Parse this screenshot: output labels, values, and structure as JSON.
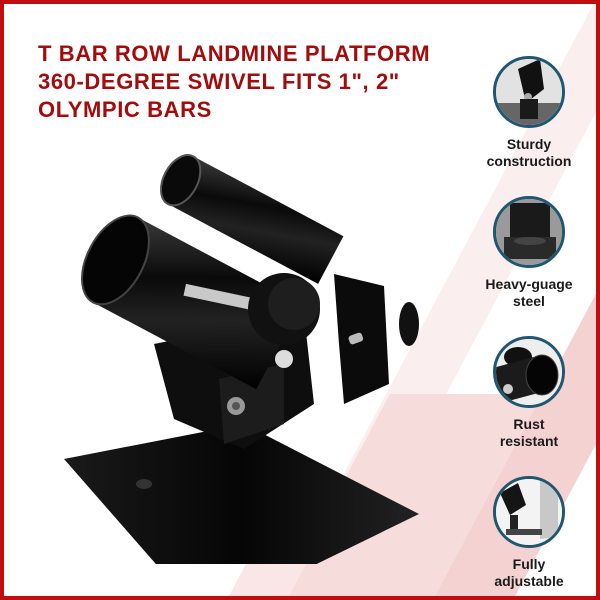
{
  "title": {
    "lines": [
      "T BAR ROW LANDMINE PLATFORM",
      "360-DEGREE SWIVEL FITS 1\", 2\"",
      "OLYMPIC BARS"
    ]
  },
  "colors": {
    "frame": "#c00d0d",
    "title": "#a30c0c",
    "circle_border": "#1f5670",
    "accent_stripes": "#f7dcdc"
  },
  "product_image": {
    "icon": "landmine-platform-image"
  },
  "features": [
    {
      "label_line1": "Sturdy",
      "label_line2": "construction",
      "icon": "sturdy-construction-thumb"
    },
    {
      "label_line1": "Heavy-guage",
      "label_line2": "steel",
      "icon": "heavy-gauge-steel-thumb"
    },
    {
      "label_line1": "Rust",
      "label_line2": "resistant",
      "icon": "rust-resistant-thumb"
    },
    {
      "label_line1": "Fully",
      "label_line2": "adjustable",
      "icon": "fully-adjustable-thumb"
    }
  ]
}
